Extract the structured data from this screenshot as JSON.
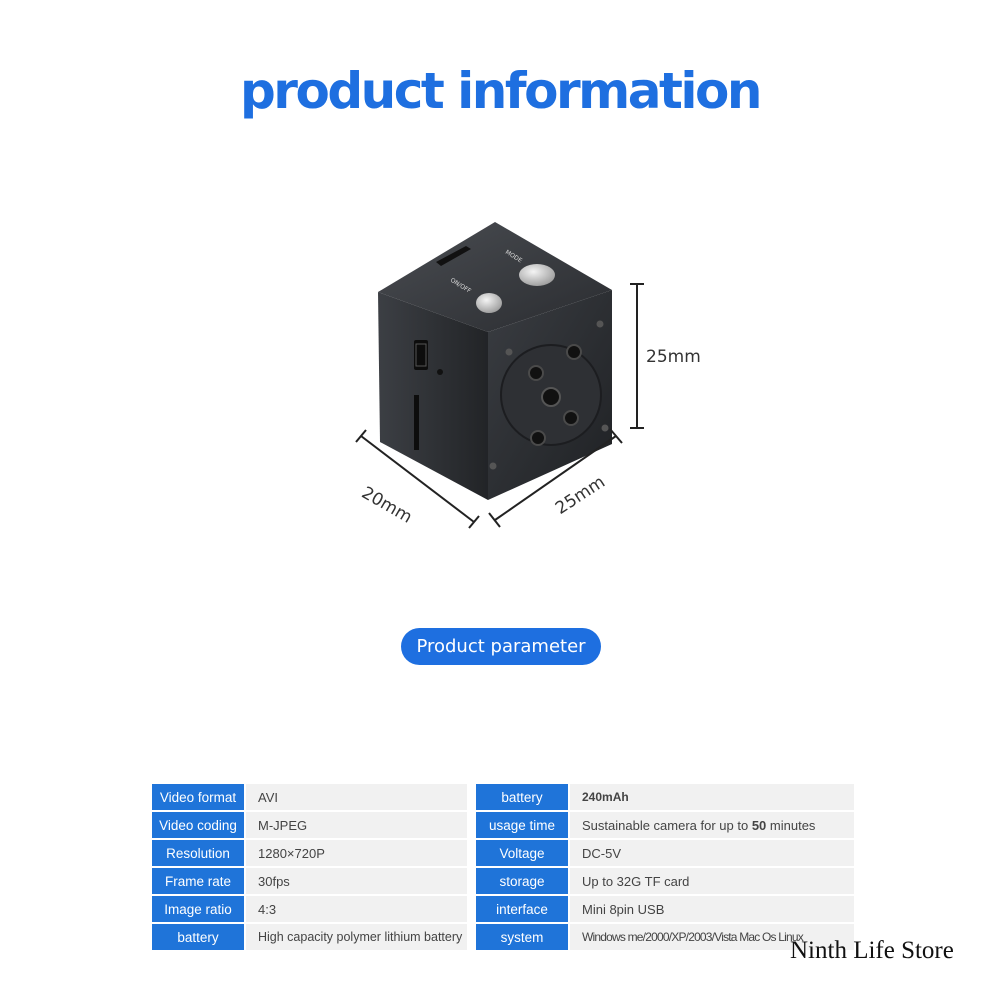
{
  "title": "product information",
  "dimensions": {
    "height": "25mm",
    "depth": "20mm",
    "width": "25mm"
  },
  "camera_labels": {
    "mode": "MODE",
    "onoff": "ON/OFF"
  },
  "section_button": "Product parameter",
  "specs_left": [
    {
      "label": "Video format",
      "value": "AVI"
    },
    {
      "label": "Video coding",
      "value": "M-JPEG"
    },
    {
      "label": "Resolution",
      "value": "1280×720P"
    },
    {
      "label": "Frame rate",
      "value": "30fps"
    },
    {
      "label": "Image ratio",
      "value": "4:3"
    },
    {
      "label": "battery",
      "value": "High capacity polymer lithium battery"
    }
  ],
  "specs_right": [
    {
      "label": "battery",
      "value": "240mAh"
    },
    {
      "label": "usage time",
      "value_pre": "Sustainable camera for up to ",
      "value_bold": "50",
      "value_post": " minutes"
    },
    {
      "label": "Voltage",
      "value": "DC-5V"
    },
    {
      "label": "storage",
      "value": "Up to 32G TF card"
    },
    {
      "label": "interface",
      "value": "Mini 8pin USB"
    },
    {
      "label": "system",
      "value": "Windows me/2000/XP/2003/Vista Mac Os Linux"
    }
  ],
  "watermark": "Ninth Life Store",
  "colors": {
    "accent": "#1e6fe0",
    "cell_bg": "#f1f1f1",
    "camera": "#2b2d30"
  }
}
